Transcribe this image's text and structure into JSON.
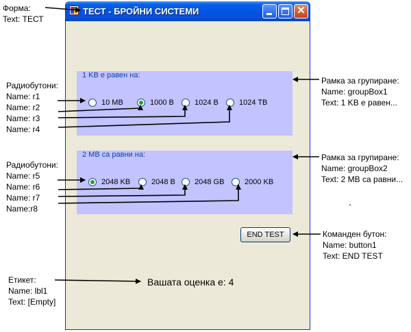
{
  "annotations": {
    "form": [
      "Форма:",
      "Text: ТЕСТ"
    ],
    "radios1": [
      "Радиобутони:",
      "Name: r1",
      "Name: r2",
      "Name: r3",
      "Name: r4"
    ],
    "radios2": [
      "Радиобутони:",
      "Name: r5",
      "Name: r6",
      "Name: r7",
      "Name:r8"
    ],
    "label": [
      "Етикет:",
      "Name: lbl1",
      "Text: [Empty]"
    ],
    "group1": [
      "Рамка за групиране:",
      "Name: groupBox1",
      "Text:  1 KB е равен..."
    ],
    "group2": [
      "Рамка за групиране:",
      "Name: groupBox2",
      "Text: 2 MB са равни..."
    ],
    "button": [
      "Команден бутон:",
      "Name: button1",
      "Text: END TEST"
    ],
    "stray": "`"
  },
  "window": {
    "title": "ТЕСТ - БРОЙНИ СИСТЕМИ",
    "group1": {
      "caption": "1 KB е равен на:",
      "options": [
        {
          "label": "10 MB",
          "checked": false
        },
        {
          "label": "1000 B",
          "checked": true
        },
        {
          "label": "1024 B",
          "checked": false
        },
        {
          "label": "1024 TB",
          "checked": false
        }
      ]
    },
    "group2": {
      "caption": "2 MB са равни на:",
      "options": [
        {
          "label": "2048 KB",
          "checked": true
        },
        {
          "label": "2048 B",
          "checked": false
        },
        {
          "label": "2048 GB",
          "checked": false
        },
        {
          "label": "2000 KB",
          "checked": false
        }
      ]
    },
    "button_label": "END TEST",
    "score_text": "Вашата оценка е: 4"
  },
  "colors": {
    "group_fill": "#c2c3ff",
    "caption_text": "#1240a8",
    "titlebar": "#0054e3",
    "form_background": "#ece9d8",
    "radio_dot": "#21a121"
  }
}
